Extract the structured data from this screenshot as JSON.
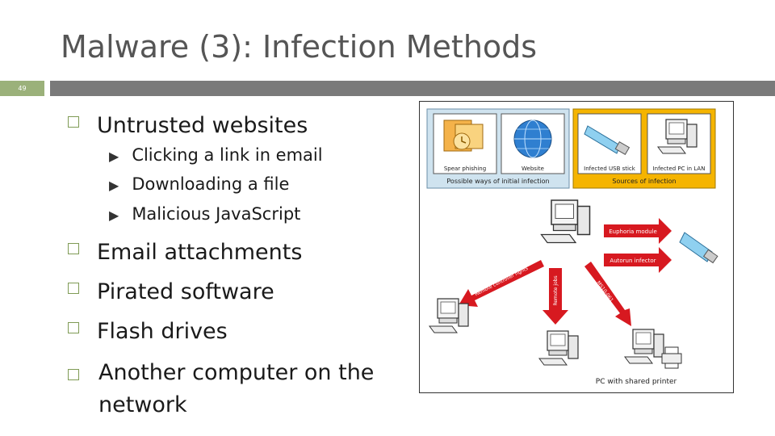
{
  "slide": {
    "title": "Malware (3): Infection Methods",
    "number": "49"
  },
  "bullets": [
    {
      "text": "Untrusted websites",
      "subs": [
        "Clicking a link in email",
        "Downloading a file",
        "Malicious JavaScript"
      ]
    },
    {
      "text": "Email attachments"
    },
    {
      "text": "Pirated software"
    },
    {
      "text": "Flash drives"
    },
    {
      "text": "Another computer on the network"
    }
  ],
  "figure": {
    "tiles": [
      "Spear phishing",
      "Website",
      "Infected USB stick",
      "Infected PC in LAN"
    ],
    "panel_left_caption": "Possible ways of initial infection",
    "panel_right_caption": "Sources of infection",
    "arrows": [
      "Euphoria module",
      "Autorun infector",
      "Remote controller rights",
      "Remote jobs",
      "MS10-061"
    ],
    "printer_caption": "PC with shared printer",
    "colors": {
      "panel_left": "#cfe3ef",
      "panel_right": "#f5b400",
      "arrow": "#d71920"
    }
  }
}
